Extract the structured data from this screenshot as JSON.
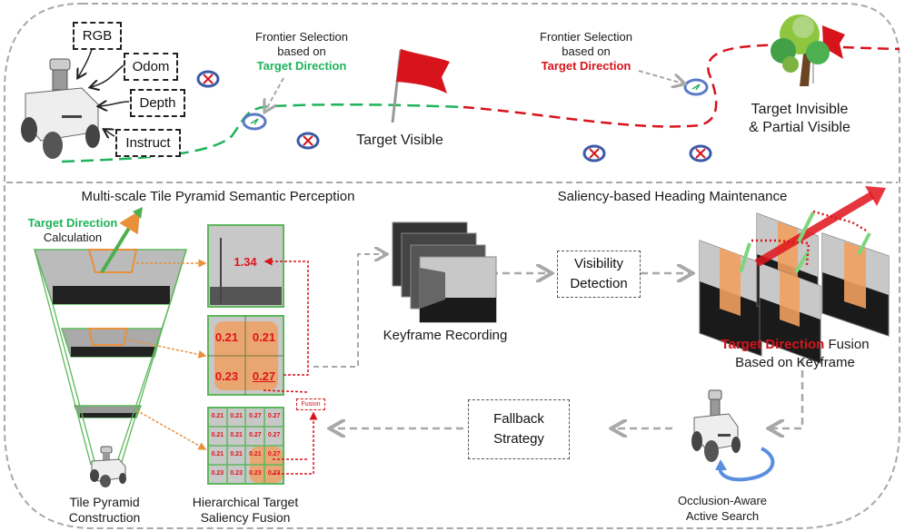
{
  "top": {
    "inputs": [
      "RGB",
      "Odom",
      "Depth",
      "Instruct"
    ],
    "frontier_green": {
      "line1": "Frontier Selection",
      "line2": "based on",
      "line3": "Target Direction"
    },
    "frontier_red": {
      "line1": "Frontier Selection",
      "line2": "based on",
      "line3": "Target Direction"
    },
    "target_visible": "Target Visible",
    "target_invisible": {
      "line1": "Target Invisible",
      "line2": "& Partial Visible"
    }
  },
  "pyramid": {
    "title": "Multi-scale Tile Pyramid Semantic Perception",
    "direction_calc": {
      "line1": "Target Direction",
      "line2": "Calculation"
    },
    "construction": {
      "line1": "Tile Pyramid",
      "line2": "Construction"
    },
    "fusion_label": {
      "line1": "Hierarchical Target",
      "line2": "Saliency Fusion"
    },
    "fusion_tag": "Fusion",
    "level1": [
      "1.34"
    ],
    "level2": [
      "0.21",
      "0.21",
      "0.23",
      "0.27"
    ],
    "level3": [
      "0.21",
      "0.21",
      "0.27",
      "0.27",
      "0.21",
      "0.21",
      "0.27",
      "0.27",
      "0.21",
      "0.21",
      "0.21",
      "0.27",
      "0.23",
      "0.23",
      "0.23",
      "0.23"
    ]
  },
  "heading": {
    "title": "Saliency-based Heading Maintenance",
    "keyframe": "Keyframe Recording",
    "visibility": {
      "line1": "Visibility",
      "line2": "Detection"
    },
    "fusion": {
      "line1_red": "Target Direction",
      "line1_rest": " Fusion",
      "line2": "Based on Keyframe"
    }
  },
  "bottom": {
    "fallback": {
      "line1": "Fallback",
      "line2": "Strategy"
    },
    "active_search": {
      "line1": "Occlusion-Aware",
      "line2": "Active Search"
    }
  },
  "colors": {
    "green": "#1fb35a",
    "red": "#d7141b",
    "orange": "#f0a060",
    "gray": "#a8a8a8"
  }
}
